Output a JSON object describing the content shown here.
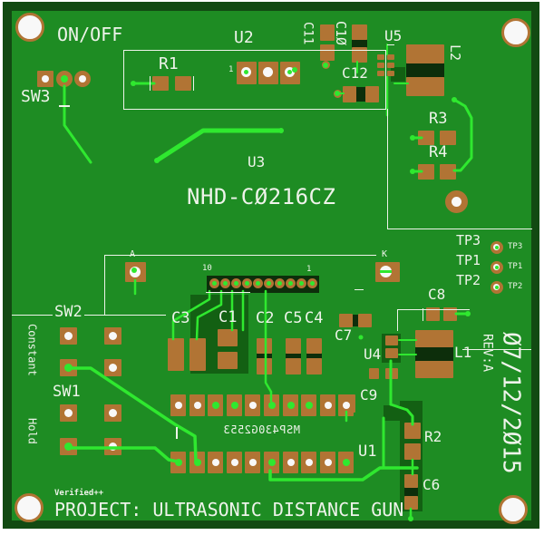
{
  "colors": {
    "page": "#ffffff",
    "frame": "#124a12",
    "board": "#1e8c23",
    "region": "#136013",
    "body": "#0d2e0b",
    "copper": "#b17434",
    "trace": "#2fe82f",
    "silk": "#eef3ea",
    "holec": "#f8f8f8"
  },
  "labels": {
    "on_off": "ON/OFF",
    "sw3": "SW3",
    "u2": "U2",
    "u2_pin1": "1",
    "r1": "R1",
    "c11": "C11",
    "c10": "C1Ø",
    "u5": "U5",
    "c12": "C12",
    "l2": "L2",
    "r3": "R3",
    "r4": "R4",
    "u3": "U3",
    "lcd_part": "NHD-CØ216CZ",
    "tp3": "TP3",
    "tp1": "TP1",
    "tp2": "TP2",
    "tp3_small": "TP3",
    "tp1_small": "TP1",
    "tp2_small": "TP2",
    "c8": "C8",
    "sw2": "SW2",
    "constant": "Constant",
    "sw1": "SW1",
    "hold": "Hold",
    "header_pin10": "10",
    "header_pin1": "1",
    "anode_mark": "A",
    "cathode_mark": "K",
    "c3": "C3",
    "c1": "C1",
    "c2": "C2",
    "c5": "C5",
    "c4": "C4",
    "c7": "C7",
    "u4": "U4",
    "l1": "L1",
    "c9": "C9",
    "mcu_part_mirrored": "MSP430G2553",
    "u1": "U1",
    "r2": "R2",
    "c6": "C6",
    "verified": "Verified++",
    "project": "PROJECT: ULTRASONIC DISTANCE GUN",
    "date": "Ø7/12/2Ø15",
    "rev": "REV:A"
  }
}
